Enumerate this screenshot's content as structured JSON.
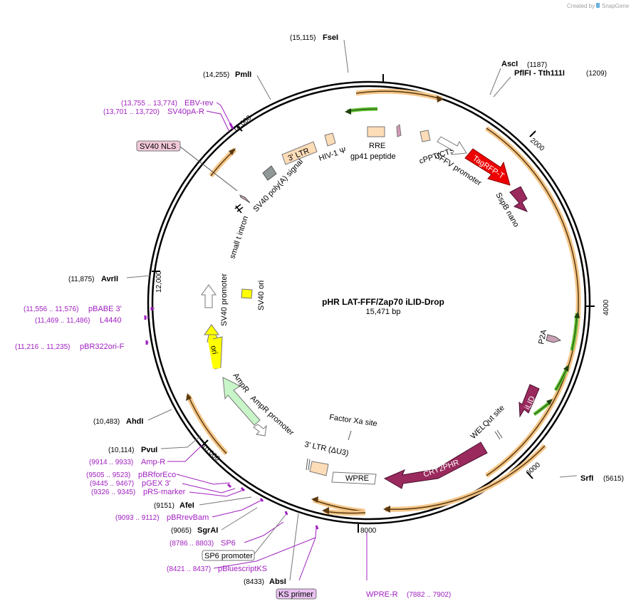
{
  "credit": {
    "prefix": "Created by",
    "brand": "SnapGene"
  },
  "plasmid": {
    "name": "pHR LAT-FFF/Zap70 iLID-Drop",
    "length": "15,471 bp"
  },
  "ticks": [
    "2000",
    "4000",
    "6000",
    "8000",
    "10,000",
    "12,000",
    "14,000"
  ],
  "sites": [
    {
      "name": "FseI",
      "pos": "(15,115)"
    },
    {
      "name": "AscI",
      "pos": "(1187)"
    },
    {
      "name": "PflFI - Tth111I",
      "pos": "(1209)"
    },
    {
      "name": "PmlI",
      "pos": "(14,255)"
    },
    {
      "name": "AvrII",
      "pos": "(11,875)"
    },
    {
      "name": "AhdI",
      "pos": "(10,483)"
    },
    {
      "name": "PvuI",
      "pos": "(10,114)"
    },
    {
      "name": "AfeI",
      "pos": "(9151)"
    },
    {
      "name": "SgrAI",
      "pos": "(9065)"
    },
    {
      "name": "AbsI",
      "pos": "(8433)"
    },
    {
      "name": "SrfI",
      "pos": "(5615)"
    }
  ],
  "primers": [
    {
      "name": "EBV-rev",
      "pos": "(13,755 .. 13,774)"
    },
    {
      "name": "SV40pA-R",
      "pos": "(13,701 .. 13,720)"
    },
    {
      "name": "pBABE 3'",
      "pos": "(11,556 .. 11,576)"
    },
    {
      "name": "L4440",
      "pos": "(11,469 .. 11,486)"
    },
    {
      "name": "pBR322ori-F",
      "pos": "(11,216 .. 11,235)"
    },
    {
      "name": "Amp-R",
      "pos": "(9914 .. 9933)"
    },
    {
      "name": "pBRforEco",
      "pos": "(9505 .. 9523)"
    },
    {
      "name": "pGEX 3'",
      "pos": "(9445 .. 9467)"
    },
    {
      "name": "pRS-marker",
      "pos": "(9326 .. 9345)"
    },
    {
      "name": "pBRrevBam",
      "pos": "(9093 .. 9112)"
    },
    {
      "name": "SP6",
      "pos": "(8786 .. 8803)"
    },
    {
      "name": "pBluescriptKS",
      "pos": "(8421 .. 8437)"
    },
    {
      "name": "WPRE-R",
      "pos": "(7882 .. 7902)"
    }
  ],
  "boxed": {
    "sv40nls": "SV40 NLS",
    "sp6promoter": "SP6 promoter",
    "ksprimer": "KS primer"
  },
  "features": {
    "ltr5": "3' LTR",
    "hiv": "HIV-1 Ψ",
    "rre": "RRE",
    "gp41": "gp41 peptide",
    "cppt": "cPPT/CTS",
    "sffv": "SFFV promoter",
    "tagrfp": "TagRFP-T",
    "sspb": "SspB nano",
    "p2a": "P2A",
    "ilid": "iLID",
    "welqut": "WELQut site",
    "cry2": "CRY2PHR",
    "wpre": "WPRE",
    "ltr3": "3' LTR (ΔU3)",
    "factorxa": "Factor Xa site",
    "ampprom": "AmpR promoter",
    "ampr": "AmpR",
    "ori": "ori",
    "sv40prom": "SV40 promoter",
    "sv40ori": "SV40 ori",
    "smallt": "small t intron",
    "sv40pa": "SV40 poly(A) signal"
  },
  "colors": {
    "backbone": "#000000",
    "orf_orange": "#f5c78a",
    "orf_dark": "#5a3a10",
    "green_arrow": "#5fc030",
    "primer": "#a020c0",
    "tagrfp": "#ee0000",
    "magenta": "#9a2a5e",
    "ltr": "#fddcb8",
    "ampr": "#c8f5c8",
    "ori": "#ffff00",
    "sv40_box": "#f0c8d8",
    "ks_box": "#e8c0f0"
  }
}
